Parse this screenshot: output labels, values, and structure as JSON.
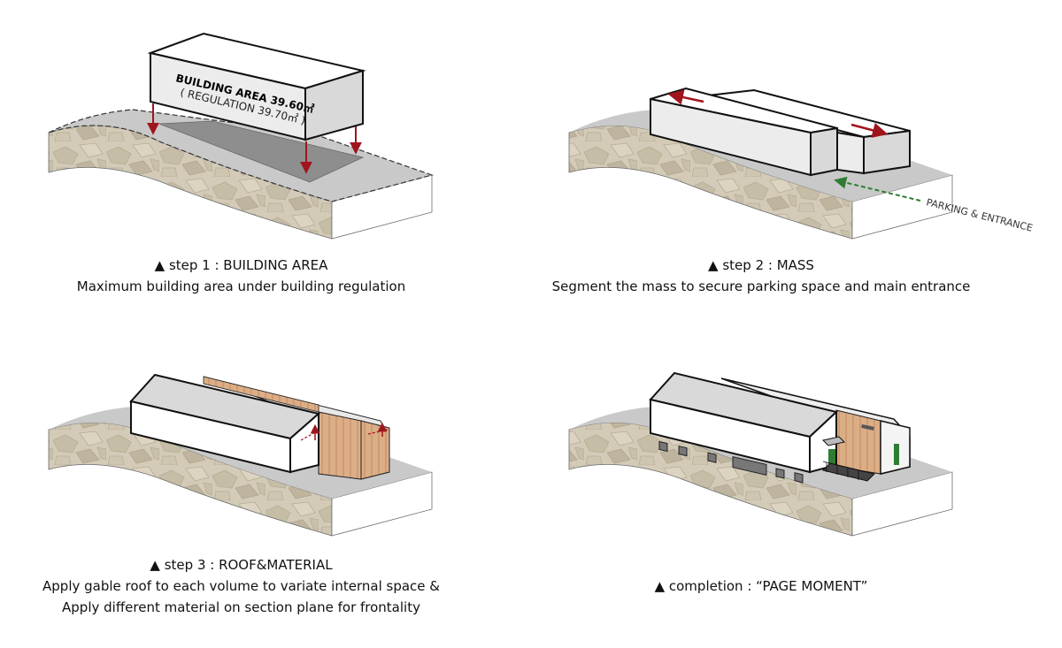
{
  "step1": {
    "mass_label_line1": "BUILDING AREA 39.60㎡",
    "mass_label_line2": "( REGULATION 39.70㎡ )",
    "title": "▲ step 1 : BUILDING AREA",
    "description": "Maximum building area under building regulation"
  },
  "step2": {
    "parking_label": "PARKING & ENTRANCE",
    "title": "▲ step 2 : MASS",
    "description": "Segment the mass to secure parking space and main entrance"
  },
  "step3": {
    "title": "▲ step 3 : ROOF&MATERIAL",
    "description_line1": "Apply gable roof to each volume to variate internal space &",
    "description_line2": "Apply different material on section plane for frontality"
  },
  "completion": {
    "title": "▲ completion : “PAGE MOMENT”"
  },
  "colors": {
    "arrow_red": "#a0151c",
    "arrow_green": "#2e7d32",
    "stone": "#cfc6b2",
    "ground": "#c9c9c9",
    "wood": "#d7a67f"
  }
}
